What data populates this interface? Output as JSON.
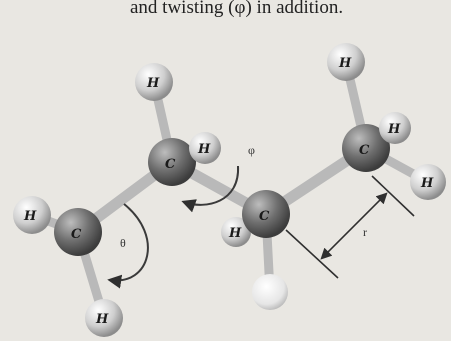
{
  "caption": {
    "text": "and twisting (φ) in addition."
  },
  "labels": {
    "carbon": "C",
    "hydrogen": "H",
    "bend_angle": "θ",
    "torsion_angle": "φ",
    "bond_length": "r"
  },
  "colors": {
    "background": "#e9e7e2",
    "carbon": "#6f6f6f",
    "hydrogen": "#cfcfcf",
    "bond": "#b9b9b9",
    "arrow": "#3a3a3a"
  }
}
